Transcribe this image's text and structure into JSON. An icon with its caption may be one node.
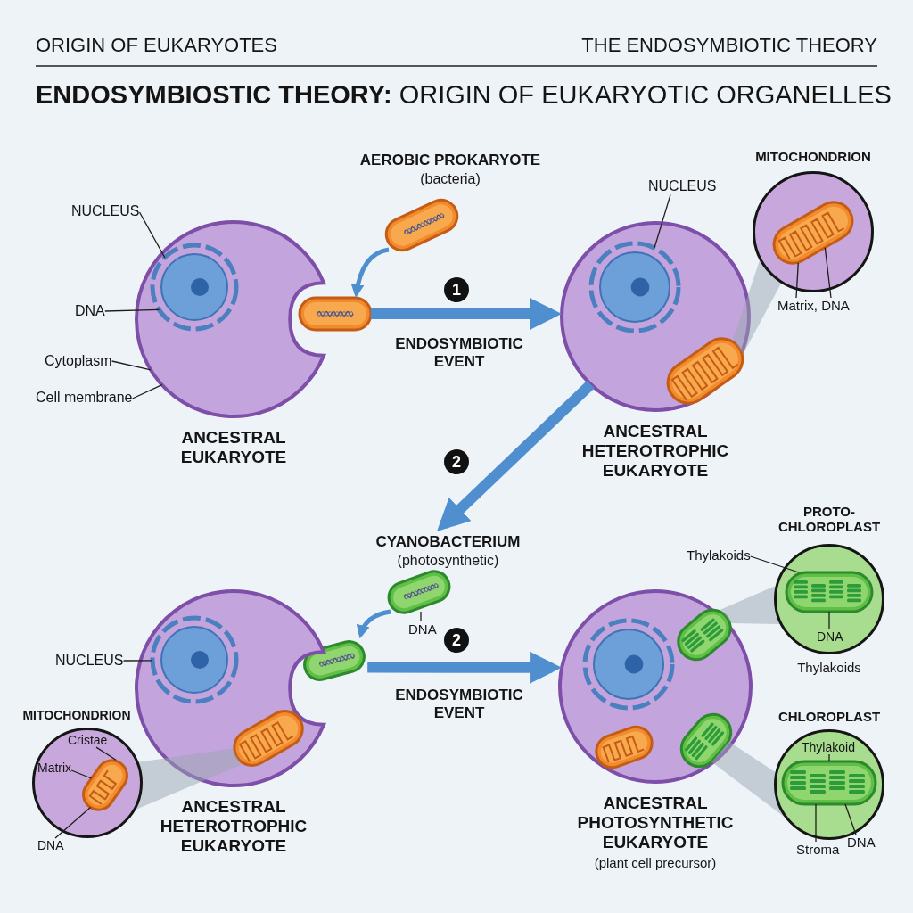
{
  "diagram": {
    "title": "**ENDOSYMBIOSTIC THEORY:** ORIGIN OF EUKARYOTIC ORGANELLES",
    "nodes": [
      {
        "text": [
          "ANCESTRAL EUKARYOTE"
        ]
      },
      {
        "text": [],
        "shape": "circle",
        "in": 0
      },
      {
        "text": [
          "NUCLEUS"
        ]
      },
      {
        "text": [
          "DNA"
        ]
      },
      {
        "text": [
          "Cytoplasm"
        ]
      },
      {
        "text": [
          "Cell membrane"
        ]
      },
      {
        "text": [
          "AEROBIC PROKARYOTE",
          "(bacteria)"
        ]
      },
      {
        "text": [],
        "shape": "bacterium"
      },
      {
        "text": [
          "ANCESTRAL HETEROTROPHIC EUKARYOTE"
        ]
      },
      {
        "text": [],
        "shape": "circle",
        "in": 8
      },
      {
        "text": [],
        "shape": "mitochondrion",
        "in": 8
      },
      {
        "text": [
          "NUCLEUS"
        ]
      },
      {
        "text": [
          "MITOCHONDRION"
        ]
      },
      {
        "text": [],
        "shape": "mitochondrion",
        "in": 12
      },
      {
        "text": [
          "Matrix, DNA"
        ]
      },
      {
        "text": [
          "CYANOBACTERIUM",
          "(photosynthetic)"
        ]
      },
      {
        "text": [
          "DNA"
        ]
      },
      {
        "text": [],
        "shape": "bacterium"
      },
      {
        "text": [
          "ANCESTRAL HETEROTROPHIC EUKARYOTE"
        ]
      },
      {
        "text": [],
        "shape": "circle",
        "in": 18
      },
      {
        "text": [],
        "shape": "mitochondrion",
        "in": 18
      },
      {
        "text": [
          "NUCLEUS"
        ]
      },
      {
        "text": [
          "MITOCHONDRION"
        ]
      },
      {
        "text": [],
        "shape": "mitochondrion",
        "in": 22
      },
      {
        "text": [
          "Cristae"
        ],
        "in": 22
      },
      {
        "text": [
          "Matrix"
        ],
        "in": 22
      },
      {
        "text": [
          "DNA"
        ]
      },
      {
        "text": [
          "ANCESTRAL PHOTOSYNTHETIC EUKARYOTE",
          "(plant cell precursor)"
        ]
      },
      {
        "text": [],
        "shape": "circle",
        "in": 27
      },
      {
        "text": [],
        "shape": "chloroplast",
        "in": 27
      },
      {
        "text": [],
        "shape": "chloroplast",
        "in": 27
      },
      {
        "text": [],
        "shape": "mitochondrion",
        "in": 27
      },
      {
        "text": [
          "PROTO- CHLOROPLAST"
        ],
        "beside": [
          "Thylakoids"
        ]
      },
      {
        "text": [],
        "shape": "chloroplast",
        "in": 32
      },
      {
        "text": [
          "Thylakoids"
        ]
      },
      {
        "text": [
          "DNA"
        ],
        "in": 32
      },
      {
        "text": [
          "CHLOROPLAST"
        ]
      },
      {
        "text": [],
        "shape": "chloroplast",
        "in": 36
      },
      {
        "text": [
          "Thylakoid"
        ],
        "in": 36
      },
      {
        "text": [
          "Stroma"
        ]
      },
      {
        "text": [
          "DNA"
        ]
      }
    ],
    "edges": [
      {
        "from": 2,
        "to": 1,
        "arrow": "none"
      },
      {
        "from": 3,
        "to": 1,
        "arrow": "none"
      },
      {
        "from": 4,
        "to": 0,
        "arrow": "none"
      },
      {
        "from": 5,
        "to": 0,
        "arrow": "none"
      },
      {
        "from": 6,
        "to": 7,
        "arrow": "to",
        "style": "thick",
        "color": "#4f8fd0"
      },
      {
        "from": 7,
        "to": 8,
        "arrow": "to",
        "label": "ENDOSYMBIOTIC EVENT",
        "style": "thick",
        "color": "#4f8fd0"
      },
      {
        "from": 11,
        "to": 9,
        "arrow": "none"
      },
      {
        "from": 10,
        "to": 12,
        "arrow": "none",
        "color": "#9aa6b2"
      },
      {
        "from": 14,
        "to": 13,
        "arrow": "none"
      },
      {
        "from": 14,
        "to": 13,
        "arrow": "none"
      },
      {
        "from": 8,
        "to": 15,
        "arrow": "to",
        "style": "thick",
        "color": "#4f8fd0"
      },
      {
        "from": 16,
        "to": 15,
        "arrow": "none"
      },
      {
        "from": 15,
        "to": 17,
        "arrow": "to",
        "style": "thick",
        "color": "#4f8fd0"
      },
      {
        "from": 21,
        "to": 19,
        "arrow": "none"
      },
      {
        "from": 20,
        "to": 22,
        "arrow": "none",
        "color": "#9aa6b2"
      },
      {
        "from": 24,
        "to": 23,
        "arrow": "none"
      },
      {
        "from": 25,
        "to": 23,
        "arrow": "none"
      },
      {
        "from": 26,
        "to": 23,
        "arrow": "none"
      },
      {
        "from": 17,
        "to": 27,
        "arrow": "to",
        "label": "ENDOSYMBIOTIC EVENT",
        "style": "thick",
        "color": "#4f8fd0"
      },
      {
        "from": 29,
        "to": 32,
        "arrow": "none",
        "color": "#9aa6b2"
      },
      {
        "from": 34,
        "to": 33,
        "arrow": "none"
      },
      {
        "from": 35,
        "to": 33,
        "arrow": "none"
      },
      {
        "from": 30,
        "to": 36,
        "arrow": "none",
        "color": "#9aa6b2"
      },
      {
        "from": 38,
        "to": 37,
        "arrow": "none"
      },
      {
        "from": 39,
        "to": 37,
        "arrow": "none"
      },
      {
        "from": 40,
        "to": 37,
        "arrow": "none"
      }
    ],
    "labels": [
      "ORIGIN OF EUKARYOTES",
      "THE ENDOSYMBIOTIC THEORY",
      "1",
      "2",
      "2"
    ]
  }
}
